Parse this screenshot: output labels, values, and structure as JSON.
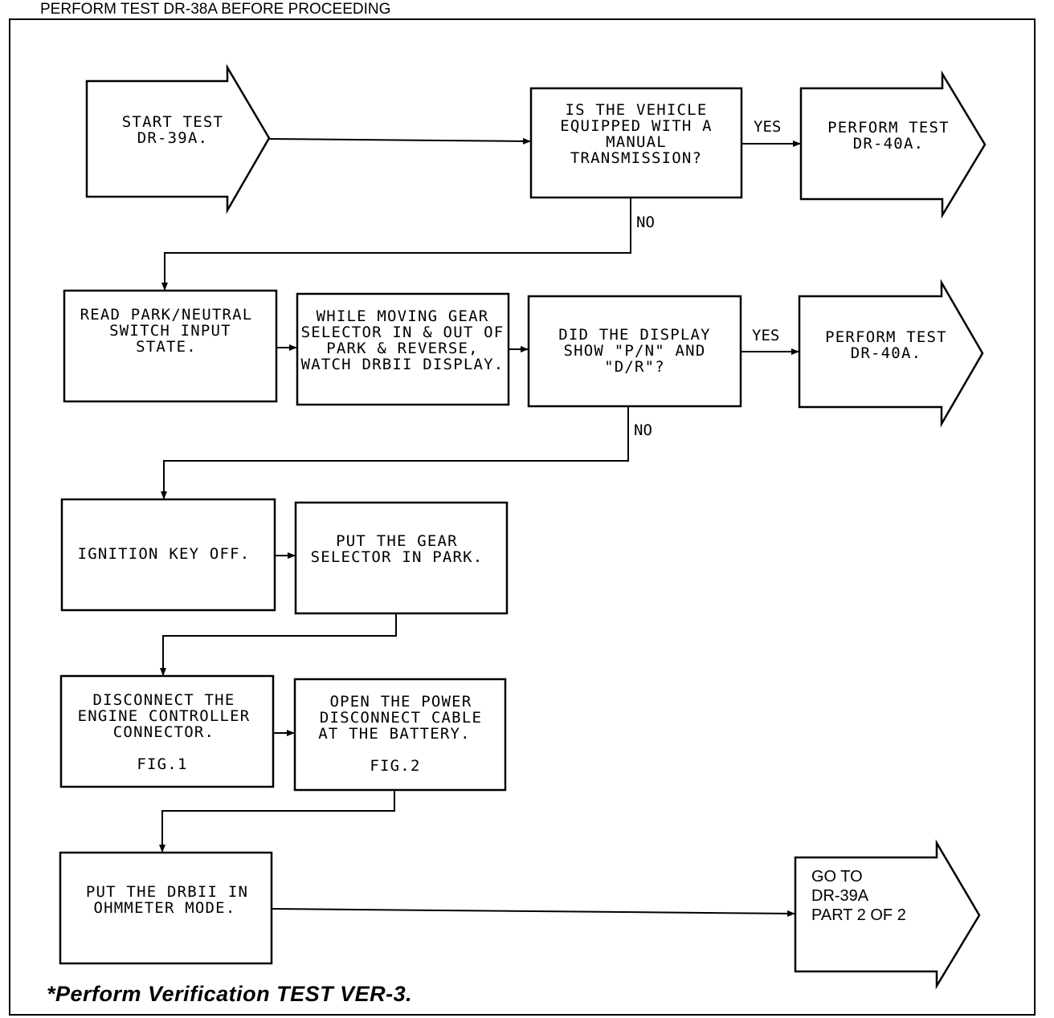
{
  "header": "PERFORM TEST DR-38A BEFORE PROCEEDING",
  "start": [
    "START TEST",
    "DR-39A."
  ],
  "q1": [
    "IS THE VEHICLE",
    "EQUIPPED WITH A",
    "MANUAL",
    "TRANSMISSION?"
  ],
  "q1_yes": "YES",
  "q1_no": "NO",
  "yes1_target": [
    "PERFORM TEST",
    "DR-40A."
  ],
  "step_read": [
    "READ PARK/NEUTRAL",
    "SWITCH INPUT",
    "STATE."
  ],
  "step_move": [
    "WHILE MOVING GEAR",
    "SELECTOR IN & OUT OF",
    "PARK & REVERSE,",
    "WATCH DRBII DISPLAY."
  ],
  "q2": [
    "DID THE DISPLAY",
    "SHOW \"P/N\" AND",
    "\"D/R\"?"
  ],
  "q2_yes": "YES",
  "q2_no": "NO",
  "yes2_target": [
    "PERFORM TEST",
    "DR-40A."
  ],
  "step_ignition": [
    "IGNITION KEY OFF."
  ],
  "step_park": [
    "PUT THE GEAR",
    "SELECTOR IN PARK."
  ],
  "step_disconnect": [
    "DISCONNECT THE",
    "ENGINE CONTROLLER",
    "CONNECTOR.",
    "FIG.1"
  ],
  "step_power": [
    "OPEN THE POWER",
    "DISCONNECT CABLE",
    "AT THE BATTERY.",
    "FIG.2"
  ],
  "step_ohm": [
    "PUT THE DRBII IN",
    "OHMMETER MODE."
  ],
  "goto": [
    "GO TO",
    "DR-39A",
    "PART 2 OF 2"
  ],
  "footer": "*Perform Verification TEST VER-3."
}
